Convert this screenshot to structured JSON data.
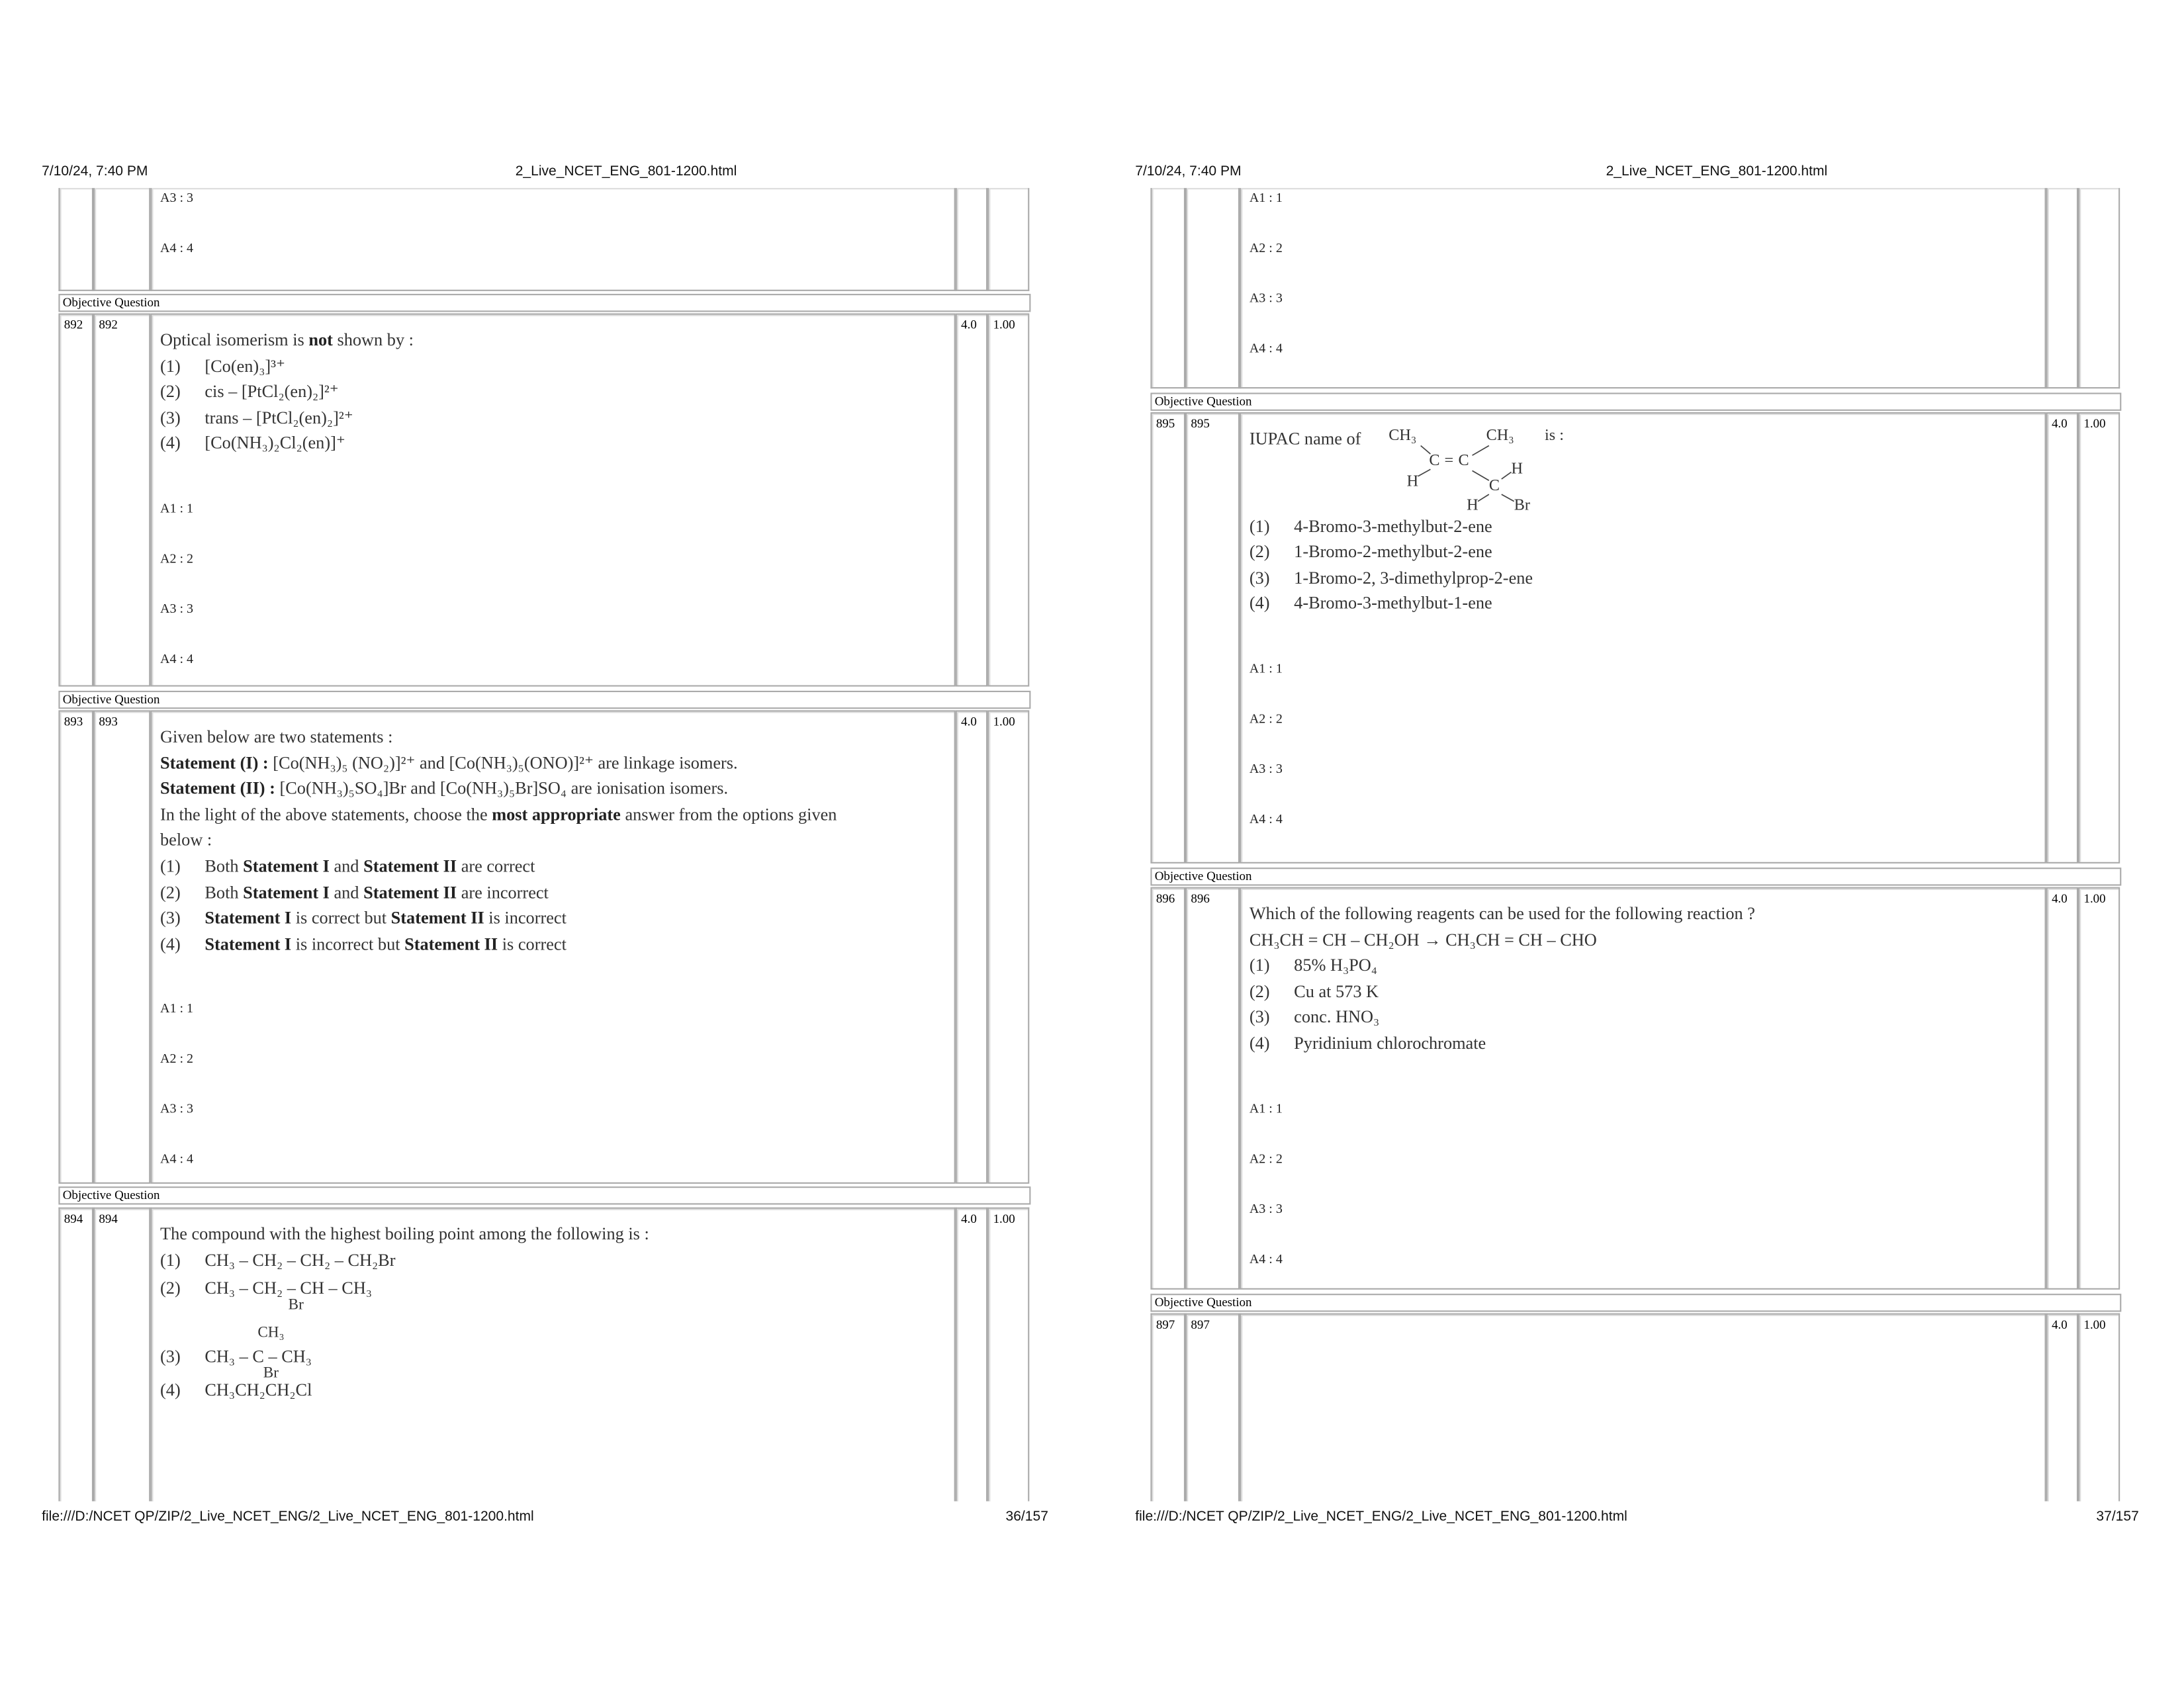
{
  "pages": [
    {
      "date": "7/10/24, 7:40 PM",
      "title": "2_Live_NCET_ENG_801-1200.html",
      "footer_path": "file:///D:/NCET QP/ZIP/2_Live_NCET_ENG/2_Live_NCET_ENG_801-1200.html",
      "page_number": "36/157",
      "continuation_answers": [
        "A3 : 3",
        "A4 : 4"
      ],
      "questions": [
        {
          "band": "Objective Question",
          "sno": "892",
          "qid": "892",
          "marks": "4.0",
          "neg": "1.00",
          "lines": [
            "Optical isomerism is **not** shown by :"
          ],
          "options": [
            [
              "(1)",
              "[Co(en)₃]³⁺"
            ],
            [
              "(2)",
              "cis – [PtCl₂(en)₂]²⁺"
            ],
            [
              "(3)",
              "trans – [PtCl₂(en)₂]²⁺"
            ],
            [
              "(4)",
              "[Co(NH₃)₂Cl₂(en)]⁺"
            ]
          ],
          "answers": [
            "A1 : 1",
            "A2 : 2",
            "A3 : 3",
            "A4 : 4"
          ]
        },
        {
          "band": "Objective Question",
          "sno": "893",
          "qid": "893",
          "marks": "4.0",
          "neg": "1.00",
          "lines": [
            "Given below are two statements :",
            "**Statement (I) :**   [Co(NH₃)₅ (NO₂)]²⁺ and [Co(NH₃)₅(ONO)]²⁺ are linkage isomers.",
            "**Statement (II) :** [Co(NH₃)₅SO₄]Br and [Co(NH₃)₅Br]SO₄ are ionisation isomers.",
            "In the light of the above statements, choose the **most appropriate** answer from the options given",
            "below :"
          ],
          "options": [
            [
              "(1)",
              "Both **Statement I** and **Statement II** are correct"
            ],
            [
              "(2)",
              "Both **Statement I** and **Statement II** are incorrect"
            ],
            [
              "(3)",
              "**Statement I** is correct but **Statement II** is incorrect"
            ],
            [
              "(4)",
              "**Statement I** is incorrect but **Statement II** is correct"
            ]
          ],
          "answers": [
            "A1 : 1",
            "A2 : 2",
            "A3 : 3",
            "A4 : 4"
          ]
        },
        {
          "band": "Objective Question",
          "sno": "894",
          "qid": "894",
          "marks": "4.0",
          "neg": "1.00",
          "lines": [
            "The compound with the highest boiling point among the following is :"
          ],
          "options": [
            [
              "(1)",
              "CH₃ – CH₂ – CH₂ – CH₂Br"
            ],
            [
              "(2)",
              "CH₃ – CH₂ – CH – CH₃",
              "",
              "Br"
            ],
            [
              "(3)",
              "CH₃ – C – CH₃",
              "CH₃",
              "Br"
            ],
            [
              "(4)",
              "CH₃CH₂CH₂Cl"
            ]
          ],
          "answers": []
        }
      ]
    },
    {
      "date": "7/10/24, 7:40 PM",
      "title": "2_Live_NCET_ENG_801-1200.html",
      "footer_path": "file:///D:/NCET QP/ZIP/2_Live_NCET_ENG/2_Live_NCET_ENG_801-1200.html",
      "page_number": "37/157",
      "continuation_answers": [
        "A1 : 1",
        "A2 : 2",
        "A3 : 3",
        "A4 : 4"
      ],
      "questions": [
        {
          "band": "Objective Question",
          "sno": "895",
          "qid": "895",
          "marks": "4.0",
          "neg": "1.00",
          "lines": [
            "IUPAC name of"
          ],
          "structure": [
            "CH₃",
            "CH₃",
            "is :",
            "C",
            "=",
            "C",
            "H",
            "H",
            "C",
            "H",
            "Br"
          ],
          "options": [
            [
              "(1)",
              "4-Bromo-3-methylbut-2-ene"
            ],
            [
              "(2)",
              "1-Bromo-2-methylbut-2-ene"
            ],
            [
              "(3)",
              "1-Bromo-2, 3-dimethylprop-2-ene"
            ],
            [
              "(4)",
              "4-Bromo-3-methylbut-1-ene"
            ]
          ],
          "answers": [
            "A1 : 1",
            "A2 : 2",
            "A3 : 3",
            "A4 : 4"
          ]
        },
        {
          "band": "Objective Question",
          "sno": "896",
          "qid": "896",
          "marks": "4.0",
          "neg": "1.00",
          "lines": [
            "Which of the following reagents can be used for the following reaction ?",
            "CH₃CH = CH – CH₂OH → CH₃CH = CH – CHO"
          ],
          "options": [
            [
              "(1)",
              "85% H₃PO₄"
            ],
            [
              "(2)",
              "Cu at 573 K"
            ],
            [
              "(3)",
              "conc. HNO₃"
            ],
            [
              "(4)",
              "Pyridinium chlorochromate"
            ]
          ],
          "answers": [
            "A1 : 1",
            "A2 : 2",
            "A3 : 3",
            "A4 : 4"
          ]
        },
        {
          "band": "Objective Question",
          "sno": "897",
          "qid": "897",
          "marks": "4.0",
          "neg": "1.00",
          "lines": [],
          "options": [],
          "answers": []
        }
      ]
    }
  ]
}
